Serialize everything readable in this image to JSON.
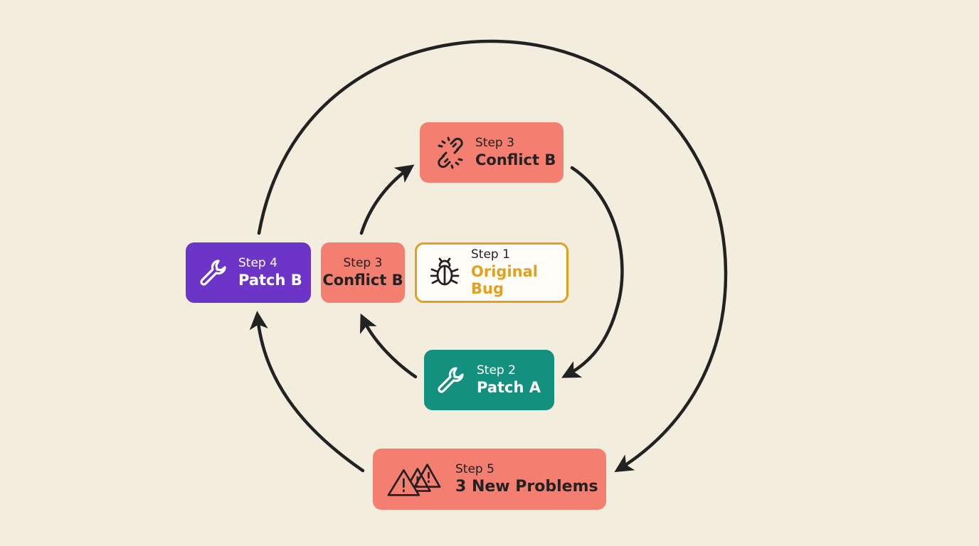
{
  "diagram": {
    "colors": {
      "background": "#F3EDDE",
      "coral": "#F47E6F",
      "purple": "#6C35C8",
      "teal": "#14907E",
      "gold": "#E3A01F",
      "arrow": "#222222"
    },
    "nodes": {
      "step3_top": {
        "step": "Step 3",
        "title": "Conflict B",
        "icon": "broken-link-icon"
      },
      "step4": {
        "step": "Step 4",
        "title": "Patch B",
        "icon": "wrench-icon"
      },
      "step3_mid": {
        "step": "Step 3",
        "title": "Conflict B"
      },
      "step1": {
        "step": "Step 1",
        "title": "Original Bug",
        "icon": "bug-icon"
      },
      "step2": {
        "step": "Step 2",
        "title": "Patch A",
        "icon": "wrench-icon"
      },
      "step5": {
        "step": "Step 5",
        "title": "3 New Problems",
        "icon": "warning-triangles-icon"
      }
    }
  }
}
